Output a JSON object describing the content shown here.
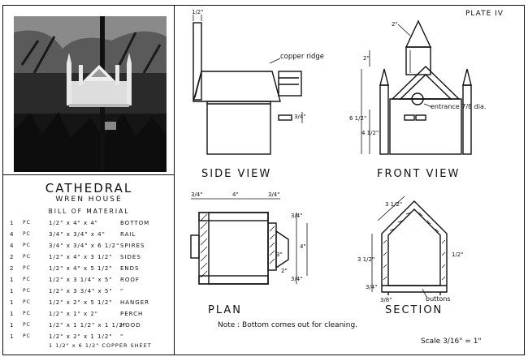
{
  "plate": "PLATE IV",
  "title": "CATHEDRAL",
  "subtitle": "WREN HOUSE",
  "bill_heading": "BILL OF MATERIAL",
  "bill": [
    {
      "qty": "1",
      "unit": "PC",
      "size": "1/2\" x 4\" x 4\"",
      "part": "BOTTOM"
    },
    {
      "qty": "4",
      "unit": "PC",
      "size": "3/4\" x 3/4\" x 4\"",
      "part": "RAIL"
    },
    {
      "qty": "4",
      "unit": "PC",
      "size": "3/4\" x 3/4\" x 6 1/2\"",
      "part": "SPIRES"
    },
    {
      "qty": "2",
      "unit": "PC",
      "size": "1/2\" x 4\" x 3 1/2\"",
      "part": "SIDES"
    },
    {
      "qty": "2",
      "unit": "PC",
      "size": "1/2\" x 4\" x 5 1/2\"",
      "part": "ENDS"
    },
    {
      "qty": "1",
      "unit": "PC",
      "size": "1/2\" x 3 1/4\" x 5\"",
      "part": "ROOF"
    },
    {
      "qty": "1",
      "unit": "PC",
      "size": "1/2\" x 3 3/4\" x 5\"",
      "part": "\""
    },
    {
      "qty": "1",
      "unit": "PC",
      "size": "1/2\" x 2\" x 5 1/2\"",
      "part": "HANGER"
    },
    {
      "qty": "1",
      "unit": "PC",
      "size": "1/2\" x 1\" x 2\"",
      "part": "PERCH"
    },
    {
      "qty": "1",
      "unit": "PC",
      "size": "1/2\" x 1 1/2\" x 1 1/2\"",
      "part": "HOOD"
    },
    {
      "qty": "1",
      "unit": "PC",
      "size": "1/2\" x 2\" x 1 1/2\"",
      "part": "\""
    }
  ],
  "bill_extra": "1 1/2\" x 6 1/2\"  COPPER SHEET",
  "views": {
    "side": "SIDE VIEW",
    "front": "FRONT VIEW",
    "plan": "PLAN",
    "section": "SECTION"
  },
  "callouts": {
    "copper_ridge": "copper ridge",
    "entrance": "entrance 7/8 dia.",
    "buttons": "buttons"
  },
  "dims": {
    "side_top": "1/2\"",
    "side_perch": "3/4\"",
    "front_spire": "2\"",
    "front_gable": "2\"",
    "front_total": "6 1/2\"",
    "front_lower": "4 1/2\"",
    "plan_left": "3/4\"",
    "plan_width": "4\"",
    "plan_right": "3/4\"",
    "plan_r1": "3/4\"",
    "plan_r2": "4\"",
    "plan_r3": "3/4\"",
    "plan_inner": "2\"",
    "plan_small": "3\"",
    "section_roof": "3 1/2\"",
    "section_height": "3 1/2\"",
    "section_bottom": "3/4\"",
    "section_side": "1/2\"",
    "section_base": "3/8\""
  },
  "note": "Note :  Bottom comes out for cleaning.",
  "scale": "Scale 3/16\" = 1\""
}
